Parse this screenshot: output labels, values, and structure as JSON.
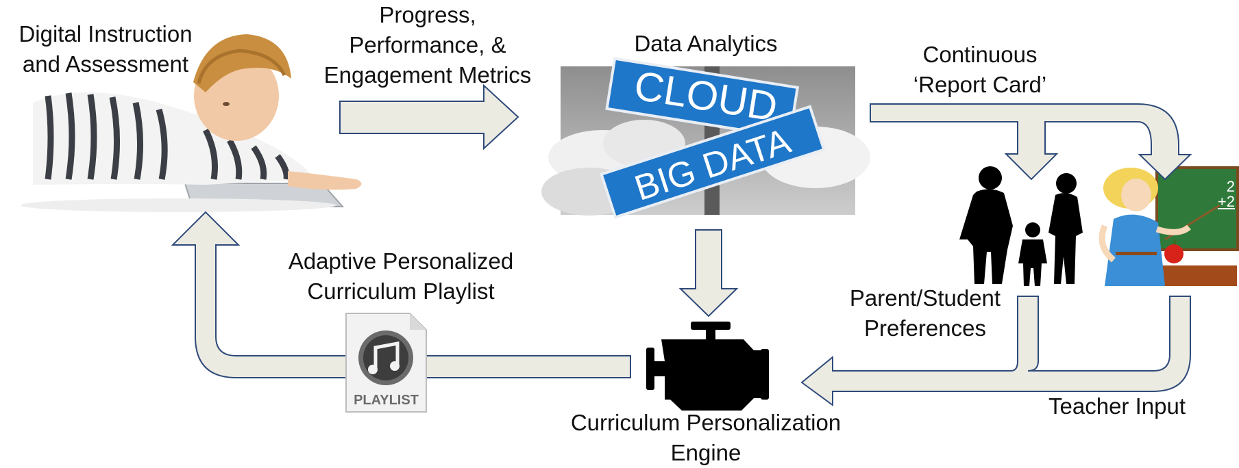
{
  "labels": {
    "digital_instruction": [
      "Digital Instruction",
      "and Assessment"
    ],
    "metrics": [
      "Progress,",
      "Performance, &",
      "Engagement Metrics"
    ],
    "data_analytics": "Data Analytics",
    "report_card": [
      "Continuous",
      "‘Report Card’"
    ],
    "parent_student": [
      "Parent/Student",
      "Preferences"
    ],
    "teacher_input": "Teacher Input",
    "engine": [
      "Curriculum Personalization",
      "Engine"
    ],
    "playlist_heading": [
      "Adaptive Personalized",
      "Curriculum Playlist"
    ]
  },
  "images": {
    "sign_top": "CLOUD",
    "sign_bottom": "BIG DATA",
    "playlist_icon_text": "PLAYLIST",
    "chalkboard_text": [
      "2",
      "+2"
    ]
  },
  "icons": {
    "student": "child-with-tablet-photo",
    "cloud_sign": "cloud-big-data-street-sign-photo",
    "family": "family-silhouette-icon",
    "teacher": "teacher-at-chalkboard-icon",
    "engine": "engine-icon",
    "playlist": "music-playlist-icon"
  },
  "colors": {
    "arrow_fill": "#ecebe2",
    "arrow_stroke": "#2e4a7a",
    "sign_blue": "#1f77c9",
    "chalkboard": "#2f7a3a"
  }
}
